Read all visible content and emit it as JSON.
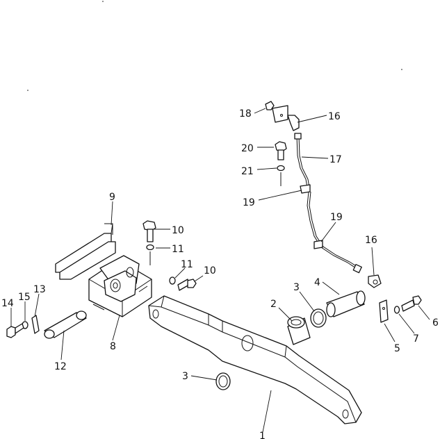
{
  "labels": {
    "n1": "1",
    "n2": "2",
    "n3a": "3",
    "n3b": "3",
    "n4": "4",
    "n5": "5",
    "n6": "6",
    "n7": "7",
    "n8": "8",
    "n9": "9",
    "n10a": "10",
    "n10b": "10",
    "n11a": "11",
    "n11b": "11",
    "n12": "12",
    "n13": "13",
    "n14": "14",
    "n15": "15",
    "n16a": "16",
    "n16b": "16",
    "n17": "17",
    "n18": "18",
    "n19a": "19",
    "n19b": "19",
    "n20": "20",
    "n21": "21"
  }
}
